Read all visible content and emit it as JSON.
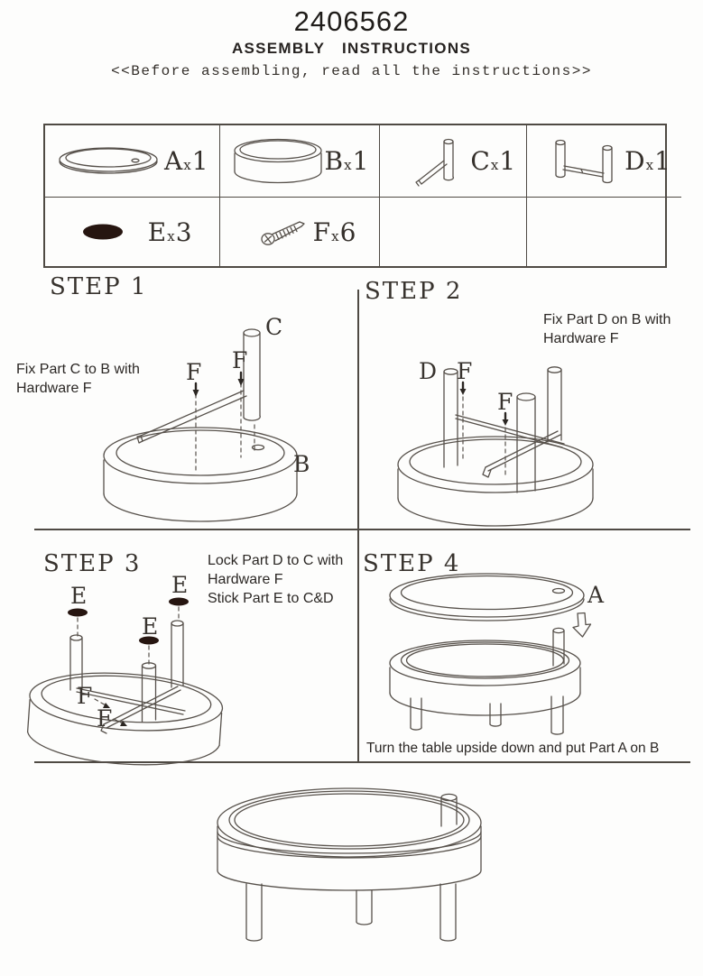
{
  "colors": {
    "ink": "#2b2622",
    "line": "#57514b",
    "pad": "#261510",
    "grid": "#4f4a44"
  },
  "header": {
    "model_number": "2406562",
    "title": "ASSEMBLY INSTRUCTIONS",
    "note": "<<Before assembling, read all the instructions>>"
  },
  "parts_table": {
    "cells": [
      {
        "part": "A",
        "sep": "x",
        "qty": "1",
        "icon": "part-a-tray-top"
      },
      {
        "part": "B",
        "sep": "x",
        "qty": "1",
        "icon": "part-b-drum-body"
      },
      {
        "part": "C",
        "sep": "x",
        "qty": "1",
        "icon": "part-c-single-leg"
      },
      {
        "part": "D",
        "sep": "x",
        "qty": "1",
        "icon": "part-d-double-leg"
      },
      {
        "part": "E",
        "sep": "x",
        "qty": "3",
        "icon": "part-e-foot-pad"
      },
      {
        "part": "F",
        "sep": "x",
        "qty": "6",
        "icon": "part-f-screw"
      }
    ]
  },
  "steps": {
    "step1": {
      "heading": "STEP 1",
      "instruction_lines": [
        "Fix Part C to B with",
        "Hardware F"
      ],
      "labels": {
        "c": "C",
        "f1": "F",
        "f2": "F",
        "b": "B"
      }
    },
    "step2": {
      "heading": "STEP 2",
      "instruction_lines": [
        "Fix Part D on B with",
        "Hardware F"
      ],
      "labels": {
        "d": "D",
        "f1": "F",
        "f2": "F"
      }
    },
    "step3": {
      "heading": "STEP 3",
      "instruction_lines": [
        "Lock Part D to C with",
        "Hardware F",
        "Stick Part E to C&D"
      ],
      "labels": {
        "e1": "E",
        "e2": "E",
        "e3": "E",
        "f1": "F",
        "f2": "F"
      }
    },
    "step4": {
      "heading": "STEP 4",
      "labels": {
        "a": "A"
      },
      "caption": "Turn the table upside down and put Part A on B"
    }
  }
}
